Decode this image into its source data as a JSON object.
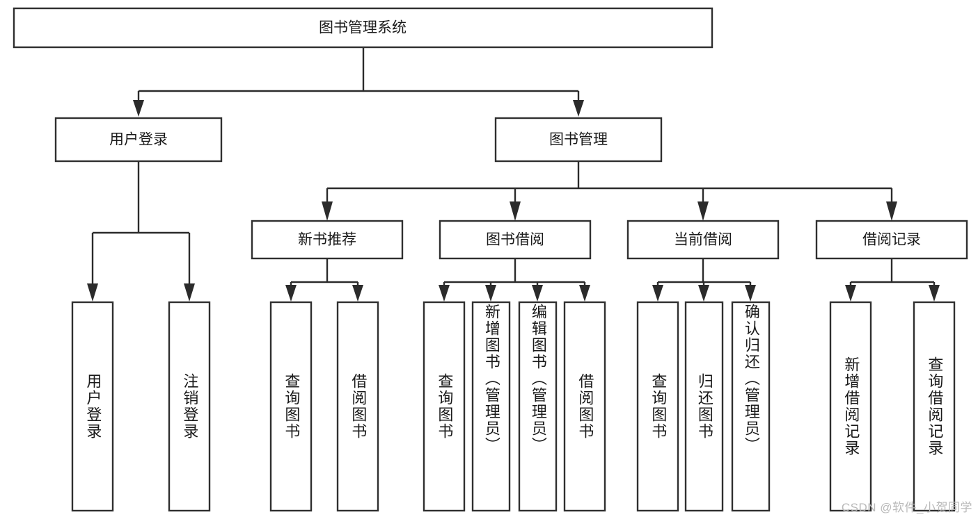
{
  "diagram": {
    "title": "图书管理系统",
    "type": "tree-hierarchy-diagram",
    "colors": {
      "box_stroke": "#2f2f2f",
      "box_fill": "#ffffff",
      "connector": "#2b2b2b",
      "text": "#1a1a1a",
      "background": "#ffffff",
      "watermark": "#b9b9b9"
    },
    "root": {
      "label": "图书管理系统"
    },
    "level2": [
      {
        "label": "用户登录"
      },
      {
        "label": "图书管理"
      }
    ],
    "level3": [
      {
        "label": "新书推荐"
      },
      {
        "label": "图书借阅"
      },
      {
        "label": "当前借阅"
      },
      {
        "label": "借阅记录"
      }
    ],
    "leaves": {
      "user_login": [
        {
          "label": "用户登录"
        },
        {
          "label": "注销登录"
        }
      ],
      "new_book_recommend": [
        {
          "label": "查询图书"
        },
        {
          "label": "借阅图书"
        }
      ],
      "book_borrow": [
        {
          "label": "查询图书"
        },
        {
          "label": "新增图书（管理员）"
        },
        {
          "label": "编辑图书（管理员）"
        },
        {
          "label": "借阅图书"
        }
      ],
      "current_borrow": [
        {
          "label": "查询图书"
        },
        {
          "label": "归还图书"
        },
        {
          "label": "确认归还（管理员）"
        }
      ],
      "borrow_records": [
        {
          "label": "新增借阅记录"
        },
        {
          "label": "查询借阅记录"
        }
      ]
    }
  },
  "watermark": {
    "text": "CSDN @软件_小贺同学"
  }
}
